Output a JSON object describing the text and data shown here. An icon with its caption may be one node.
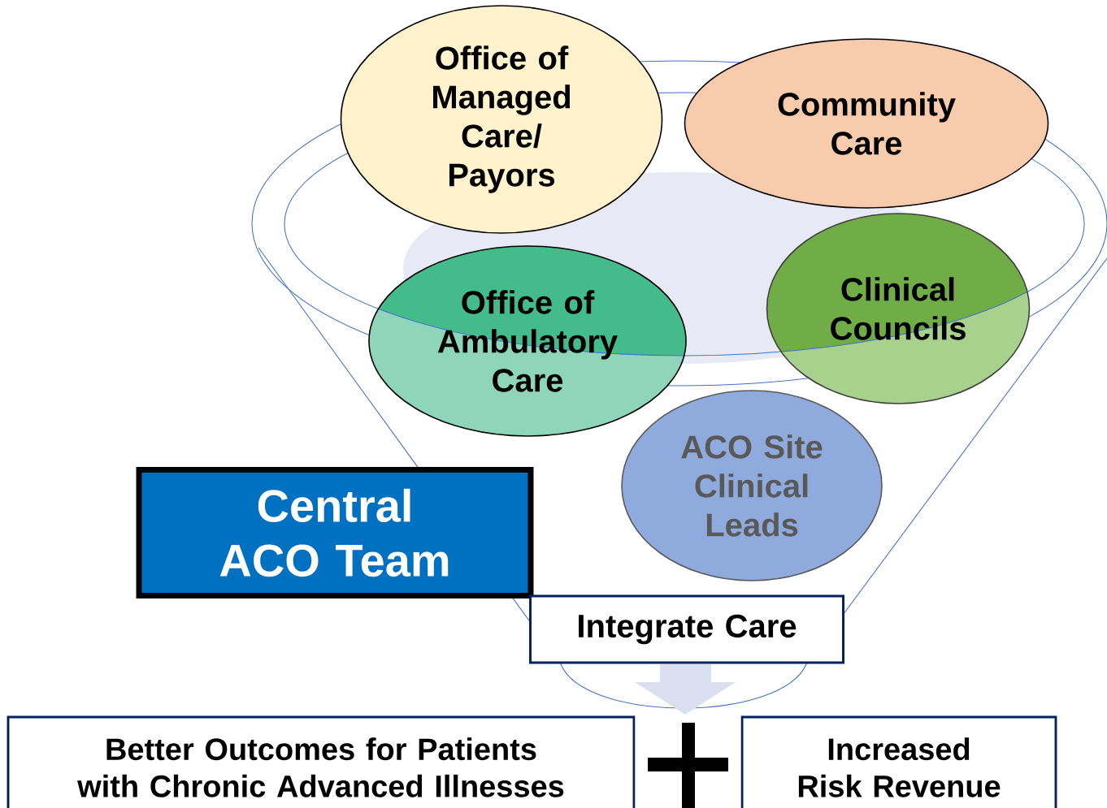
{
  "diagram": {
    "nodes": [
      {
        "text": [
          "Office of Managed Care/ Payors"
        ]
      },
      {
        "text": [
          "Community Care"
        ]
      },
      {
        "text": [
          "Office of Ambulatory Care"
        ]
      },
      {
        "text": [
          "Clinical Councils"
        ]
      },
      {
        "text": [
          "ACO Site Clinical Leads"
        ]
      },
      {
        "text": [
          "Central ACO Team"
        ]
      },
      {
        "text": [
          "Integrate Care"
        ]
      },
      {
        "text": [
          "Better Outcomes for Patients with Chronic Advanced Illnesses"
        ]
      },
      {
        "text": [
          "Increased Risk Revenue"
        ]
      }
    ]
  }
}
